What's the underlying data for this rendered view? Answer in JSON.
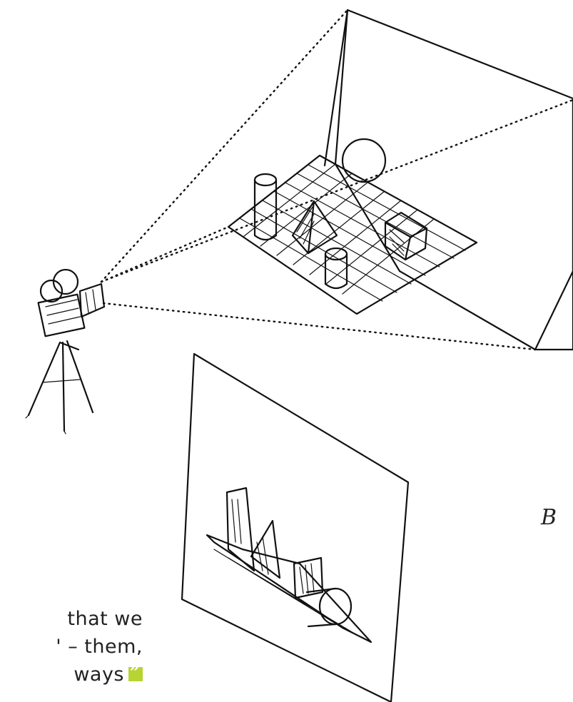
{
  "quote": {
    "lines": [
      "that we",
      "' – them,",
      "ways"
    ],
    "mark_color": "#b7d433"
  },
  "signature": "B",
  "colors": {
    "ink": "#111111",
    "background": "#ffffff",
    "accent": "#b7d433"
  }
}
